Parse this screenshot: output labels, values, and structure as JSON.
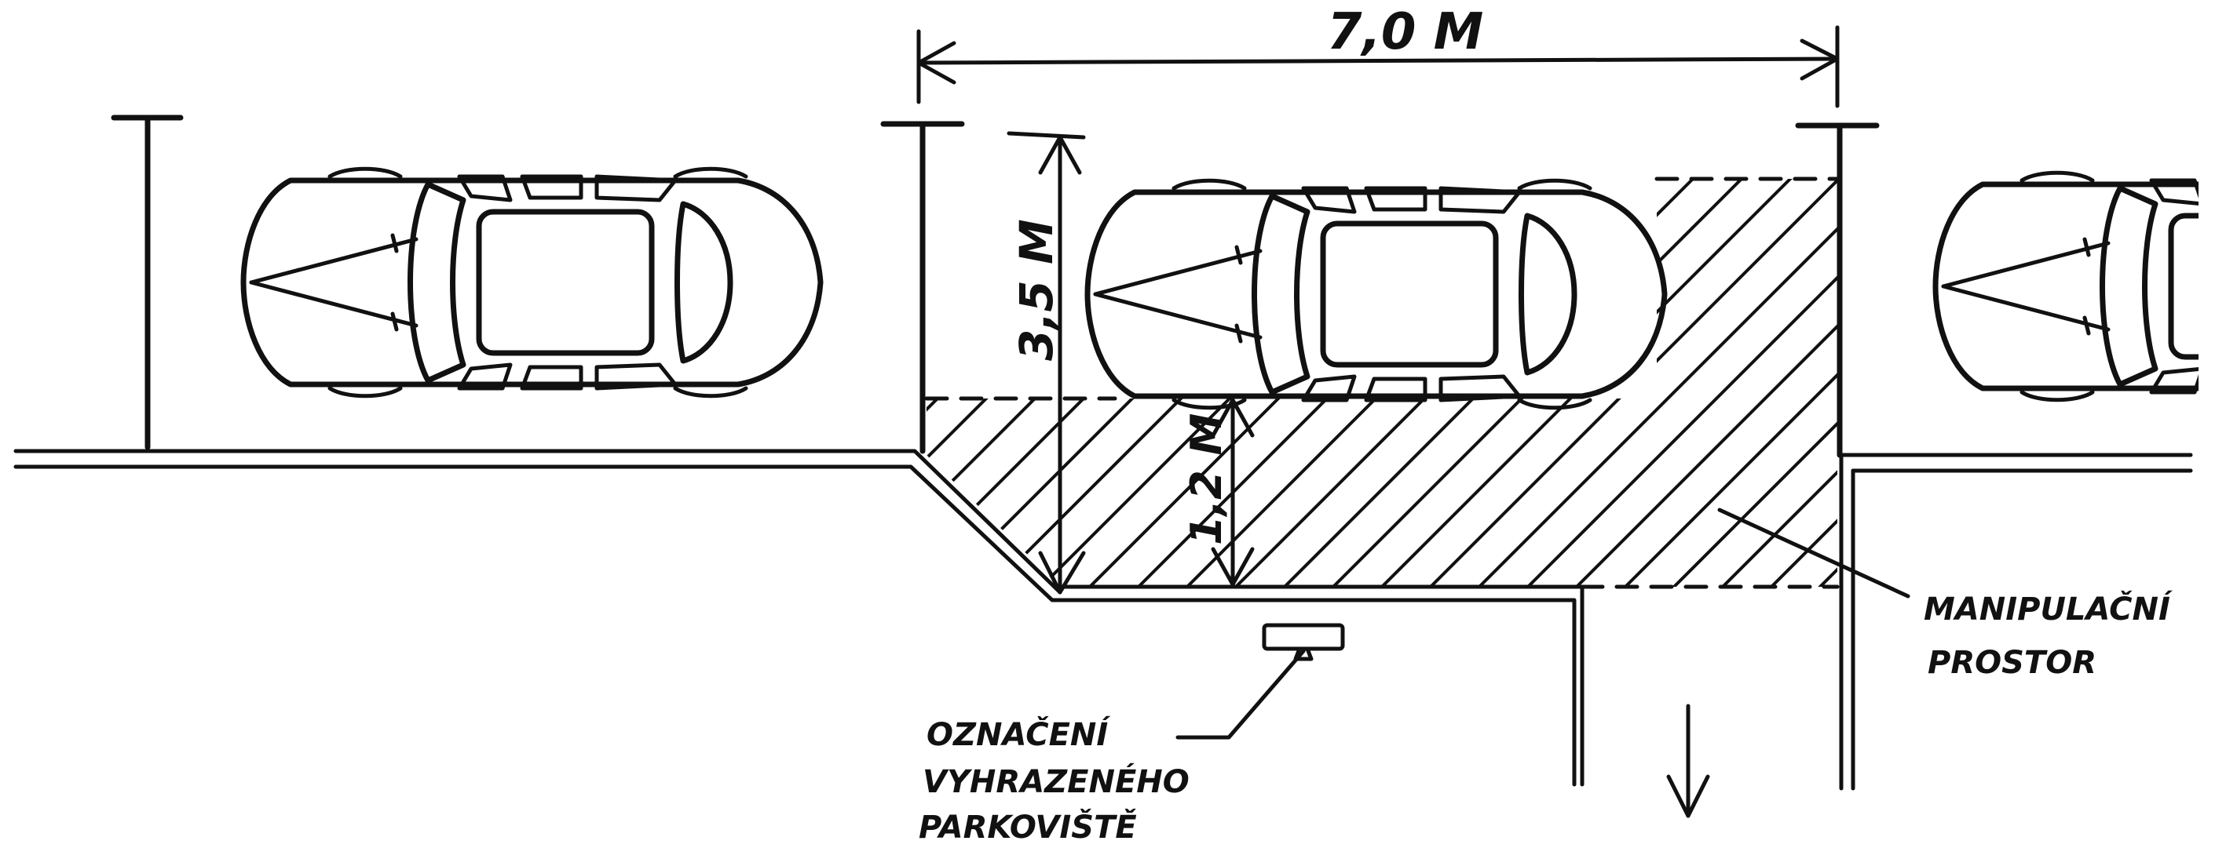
{
  "dimensions": {
    "width_label": "7,0 M",
    "depth_label": "3,5 M",
    "aisle_label": "1,2 M"
  },
  "labels": {
    "maneuver_line1": "MANIPULAČNÍ",
    "maneuver_line2": "PROSTOR",
    "sign_line1": "OZNAČENÍ",
    "sign_line2": "VYHRAZENÉHO",
    "sign_line3": "PARKOVIŠTĚ"
  },
  "icons": {
    "car": "car-top-view-icon",
    "arrow": "down-arrow-icon",
    "sign": "parking-sign-icon"
  }
}
